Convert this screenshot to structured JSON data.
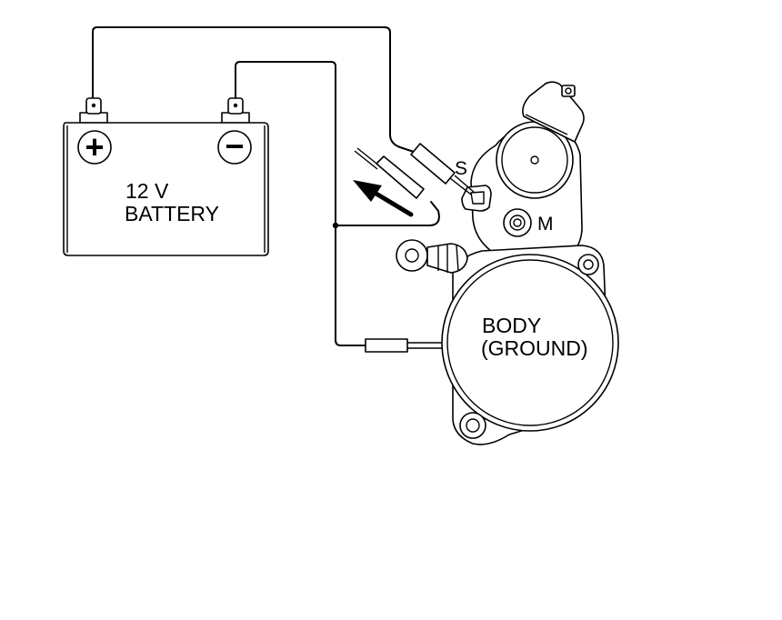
{
  "battery": {
    "voltage_label": "12 V",
    "name_label": "BATTERY",
    "positive_symbol": "+",
    "negative_symbol": "−"
  },
  "starter": {
    "terminal_s_label": "S",
    "terminal_m_label": "M",
    "body_label_line1": "BODY",
    "body_label_line2": "(GROUND)"
  },
  "colors": {
    "line": "#000000",
    "background": "#ffffff"
  },
  "icons": {
    "direction": "arrow-up-left-icon"
  }
}
